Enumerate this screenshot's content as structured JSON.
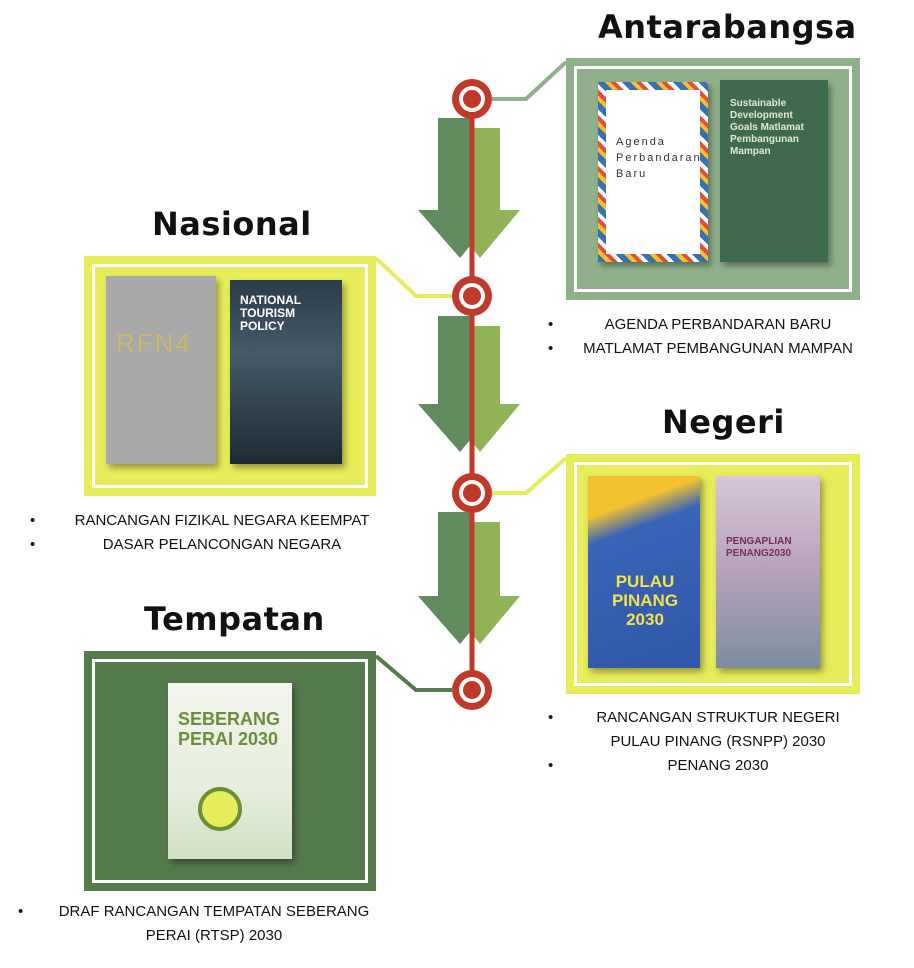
{
  "levels": {
    "antarabangsa": {
      "title": "Antarabangsa",
      "items": [
        "AGENDA PERBANDARAN BARU",
        "MATLAMAT PEMBANGUNAN MAMPAN"
      ],
      "books": [
        {
          "text": "Agenda Perbandaran Baru"
        },
        {
          "text": "Sustainable Development Goals Matlamat Pembangunan Mampan"
        }
      ]
    },
    "nasional": {
      "title": "Nasional",
      "items": [
        "RANCANGAN FIZIKAL NEGARA KEEMPAT",
        "DASAR PELANCONGAN NEGARA"
      ],
      "books": [
        {
          "text": "RFN4"
        },
        {
          "text": "NATIONAL TOURISM POLICY"
        }
      ]
    },
    "negeri": {
      "title": "Negeri",
      "items": [
        "RANCANGAN STRUKTUR NEGERI PULAU PINANG (RSNPP) 2030",
        "PENANG 2030"
      ],
      "books": [
        {
          "text": "PULAU PINANG 2030"
        },
        {
          "text": "PENGAPLIAN PENANG2030"
        }
      ]
    },
    "tempatan": {
      "title": "Tempatan",
      "items": [
        "DRAF RANCANGAN TEMPATAN SEBERANG PERAI (RTSP) 2030"
      ],
      "books": [
        {
          "text": "SEBERANG PERAI 2030"
        }
      ]
    }
  },
  "colors": {
    "timeline": "#c0392b",
    "dark_green": "#5f8b5f",
    "light_green": "#8fb356",
    "lime": "#e6ec5a",
    "sage": "#8fb08a",
    "tempatan_green": "#557a4c"
  }
}
